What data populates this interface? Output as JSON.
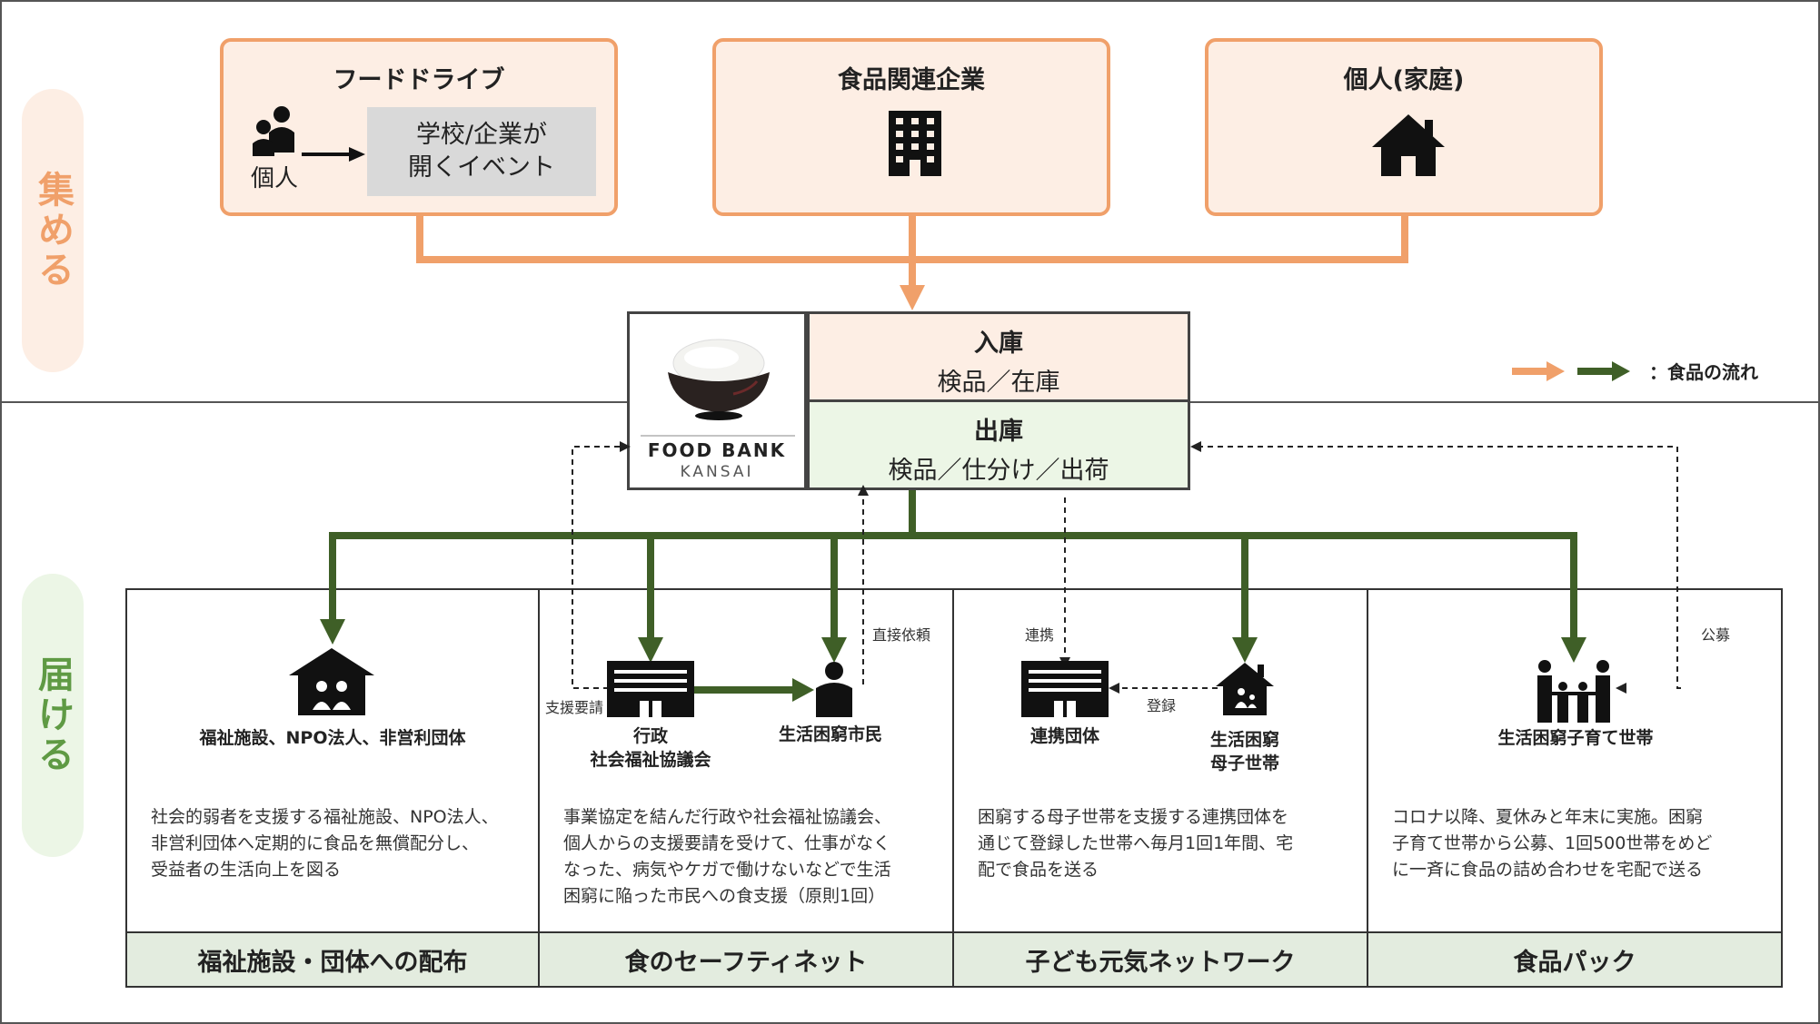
{
  "sections": {
    "collect": "集める",
    "deliver": "届ける"
  },
  "sources": [
    {
      "title": "フードドライブ",
      "person_label": "個人",
      "event_line1": "学校/企業が",
      "event_line2": "開くイベント"
    },
    {
      "title": "食品関連企業"
    },
    {
      "title": "個人(家庭)"
    }
  ],
  "logo": {
    "name": "FOOD BANK",
    "sub": "KANSAI"
  },
  "storage": {
    "in_title": "入庫",
    "in_sub": "検品／在庫",
    "out_title": "出庫",
    "out_sub": "検品／仕分け／出荷"
  },
  "legend": {
    "text": "：食品の流れ"
  },
  "columns": [
    {
      "footer": "福祉施設・団体への配布",
      "icon_label": "福祉施設、NPO法人、非営利団体",
      "desc": [
        "社会的弱者を支援する福祉施設、NPO法人、",
        "非営利団体へ定期的に食品を無償配分し、",
        "受益者の生活向上を図る"
      ]
    },
    {
      "footer": "食のセーフティネット",
      "org_label_1": "行政",
      "org_label_2": "社会福祉協議会",
      "citizen_label": "生活困窮市民",
      "support_request": "支援要請",
      "direct_request": "直接依頼",
      "desc": [
        "事業協定を結んだ行政や社会福祉協議会、",
        "個人からの支援要請を受けて、仕事がなく",
        "なった、病気やケガで働けないなどで生活",
        "困窮に陥った市民への食支援（原則1回）"
      ]
    },
    {
      "footer": "子ども元気ネットワーク",
      "org_label": "連携団体",
      "family_label_1": "生活困窮",
      "family_label_2": "母子世帯",
      "cooperation": "連携",
      "registration": "登録",
      "desc": [
        "困窮する母子世帯を支援する連携団体を",
        "通じて登録した世帯へ毎月1回1年間、宅",
        "配で食品を送る"
      ]
    },
    {
      "footer": "食品パック",
      "icon_label": "生活困窮子育て世帯",
      "public_offer": "公募",
      "desc": [
        "コロナ以降、夏休みと年末に実施。困窮",
        "子育て世帯から公募、1回500世帯をめど",
        "に一斉に食品の詰め合わせを宅配で送る"
      ]
    }
  ],
  "colors": {
    "orange": "#f0a06a",
    "green": "#3f5f27",
    "peach": "#fdeee4",
    "mint": "#ecf6e6",
    "footer": "#e3ecdf"
  }
}
